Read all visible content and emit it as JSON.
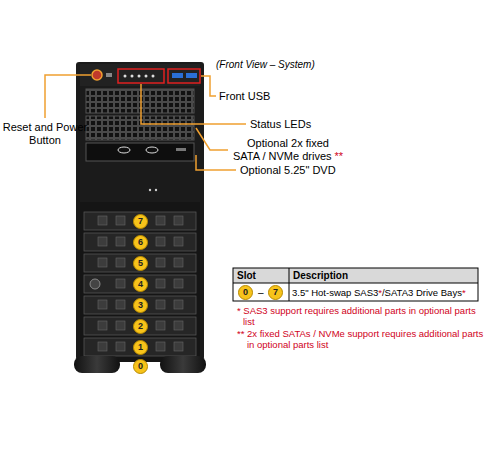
{
  "diagram": {
    "labels": [
      "(Front View – System)",
      "Front USB",
      "Reset and Power Button",
      "Status LEDs",
      "Optional 2x fixed SATA / NVMe drives",
      "**",
      "Optional 5.25\" DVD",
      "7",
      "6",
      "5",
      "4",
      "3",
      "2",
      "1",
      "0",
      "Slot",
      "Description",
      "0",
      "–",
      "7",
      "3.5\" Hot-swap SAS3",
      "*",
      "/SATA3 Drive Bays",
      "*",
      "* SAS3 support requires additional parts in optional parts list",
      "** 2x fixed SATAs / NVMe support requires additional parts in optional parts list"
    ]
  }
}
